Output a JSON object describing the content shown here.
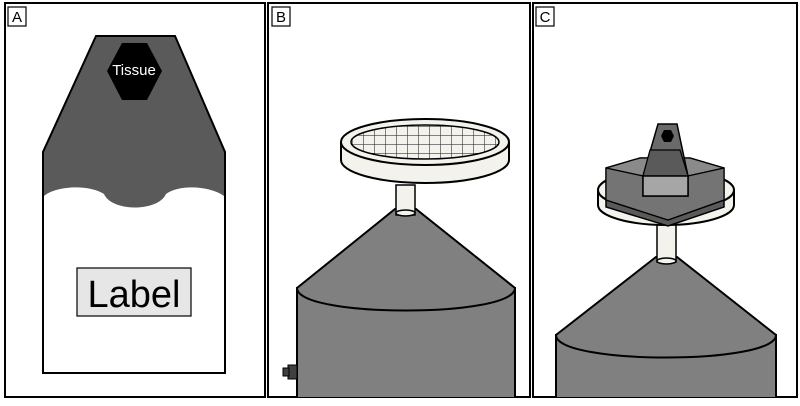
{
  "panels": [
    {
      "letter": "A"
    },
    {
      "letter": "B"
    },
    {
      "letter": "C"
    }
  ],
  "panel_a": {
    "tissue_label": "Tissue",
    "label_text": "Label"
  },
  "colors": {
    "outline": "#000000",
    "dark_gray": "#5a5a5a",
    "mid_gray": "#808080",
    "light_gray": "#a6a6a6",
    "cream": "#f4f2ec",
    "label_box_fill": "#e6e6e6",
    "background": "#ffffff"
  }
}
